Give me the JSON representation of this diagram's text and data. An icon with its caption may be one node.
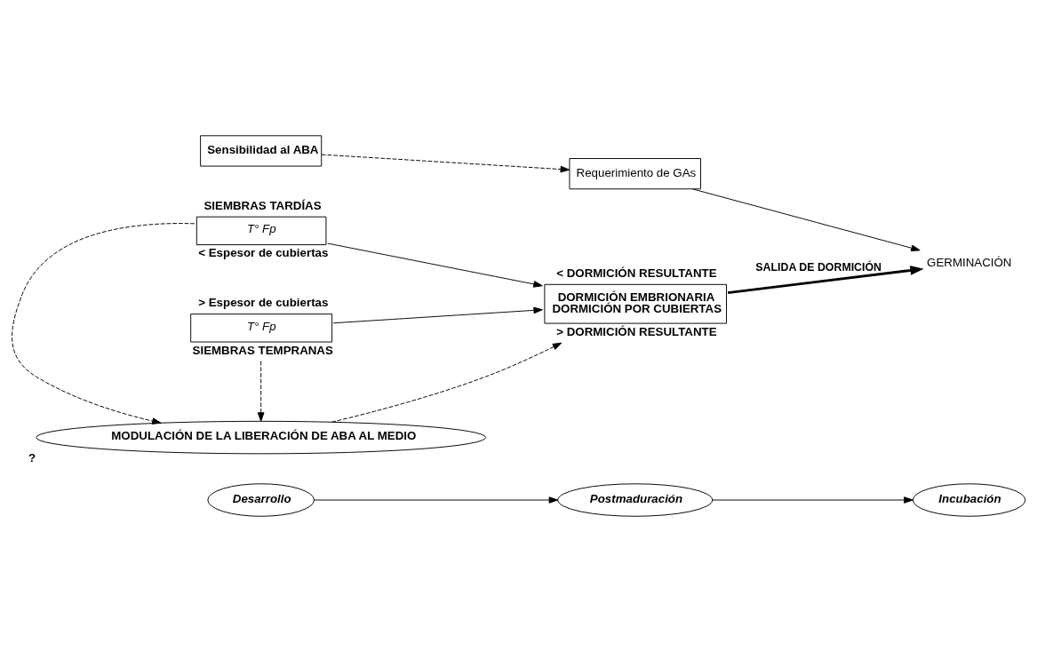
{
  "diagram": {
    "nodes": [
      {
        "text": [
          "Desarrollo"
        ]
      },
      {
        "text": [
          "Postmaduración"
        ]
      },
      {
        "text": [
          "Incubación"
        ]
      },
      {
        "text": [
          "T° Fp"
        ],
        "beside": [
          "SIEMBRAS TARDÍAS",
          "< Espesor de cubiertas"
        ]
      },
      {
        "text": [
          "MODULACIÓN DE LA LIBERACIÓN DE ABA AL MEDIO"
        ],
        "beside": [
          "?"
        ]
      },
      {
        "text": [
          "T° Fp"
        ],
        "beside": [
          "> Espesor de cubiertas",
          "SIEMBRAS TEMPRANAS"
        ]
      },
      {
        "text": [
          "DORMICIÓN EMBRIONARIA",
          "DORMICIÓN POR CUBIERTAS"
        ],
        "beside": [
          "< DORMICIÓN RESULTANTE",
          "> DORMICIÓN RESULTANTE"
        ]
      },
      {
        "text": [
          "Sensibilidad al ABA"
        ]
      },
      {
        "text": [
          "Requerimiento de GAs"
        ]
      },
      {
        "text": [
          "GERMINACIÓN"
        ]
      }
    ],
    "edges": [
      {
        "from": 0,
        "to": 1,
        "arrow": "to"
      },
      {
        "from": 1,
        "to": 2,
        "arrow": "to"
      },
      {
        "from": 3,
        "to": 6,
        "arrow": "to"
      },
      {
        "from": 3,
        "to": 4,
        "arrow": "to",
        "style": "dashed"
      },
      {
        "from": 5,
        "to": 4,
        "arrow": "to",
        "style": "dashed"
      },
      {
        "from": 4,
        "to": 6,
        "arrow": "to",
        "style": "dashed"
      },
      {
        "from": 5,
        "to": 6,
        "arrow": "to"
      },
      {
        "from": 6,
        "to": 9,
        "arrow": "to",
        "label": "SALIDA DE DORMICIÓN",
        "style": "thick"
      },
      {
        "from": 7,
        "to": 8,
        "arrow": "to",
        "style": "dashed"
      },
      {
        "from": 8,
        "to": 9,
        "arrow": "to"
      }
    ]
  }
}
